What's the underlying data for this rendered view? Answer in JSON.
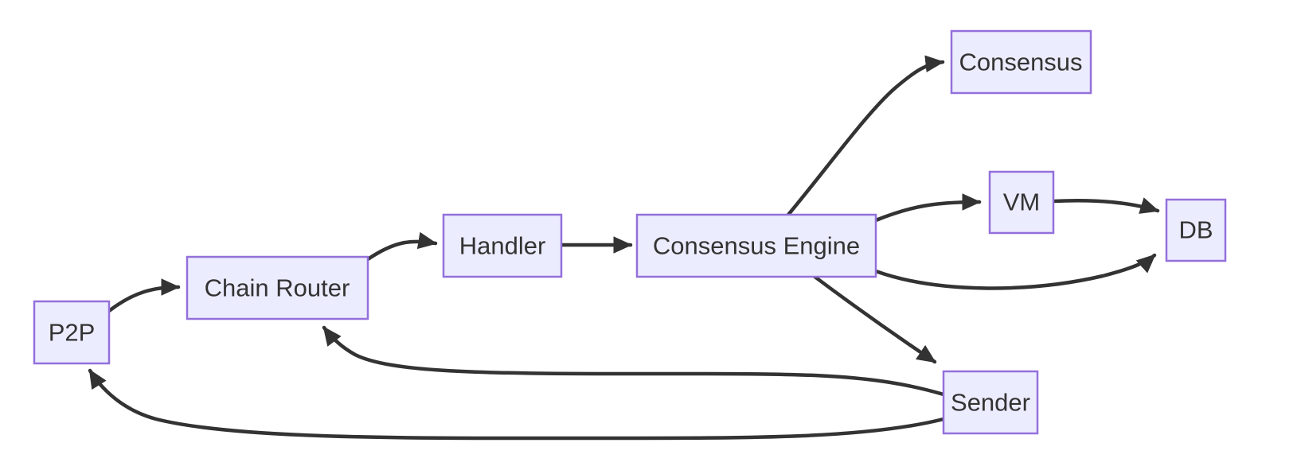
{
  "diagram": {
    "type": "flowchart",
    "direction": "left-to-right",
    "colors": {
      "node_fill": "#ECECFF",
      "node_border": "#9370DB",
      "edge_color": "#333333",
      "text_color": "#333333",
      "background": "#FFFFFF"
    },
    "nodes": {
      "p2p": {
        "label": "P2P"
      },
      "chain_router": {
        "label": "Chain Router"
      },
      "handler": {
        "label": "Handler"
      },
      "consensus_engine": {
        "label": "Consensus Engine"
      },
      "consensus": {
        "label": "Consensus"
      },
      "vm": {
        "label": "VM"
      },
      "db": {
        "label": "DB"
      },
      "sender": {
        "label": "Sender"
      }
    },
    "edges": [
      {
        "from": "P2P",
        "to": "Chain Router"
      },
      {
        "from": "Chain Router",
        "to": "Handler"
      },
      {
        "from": "Handler",
        "to": "Consensus Engine"
      },
      {
        "from": "Consensus Engine",
        "to": "Consensus"
      },
      {
        "from": "Consensus Engine",
        "to": "VM"
      },
      {
        "from": "VM",
        "to": "DB"
      },
      {
        "from": "Consensus Engine",
        "to": "DB"
      },
      {
        "from": "Consensus Engine",
        "to": "Sender"
      },
      {
        "from": "Sender",
        "to": "Chain Router"
      },
      {
        "from": "Sender",
        "to": "P2P"
      }
    ]
  }
}
